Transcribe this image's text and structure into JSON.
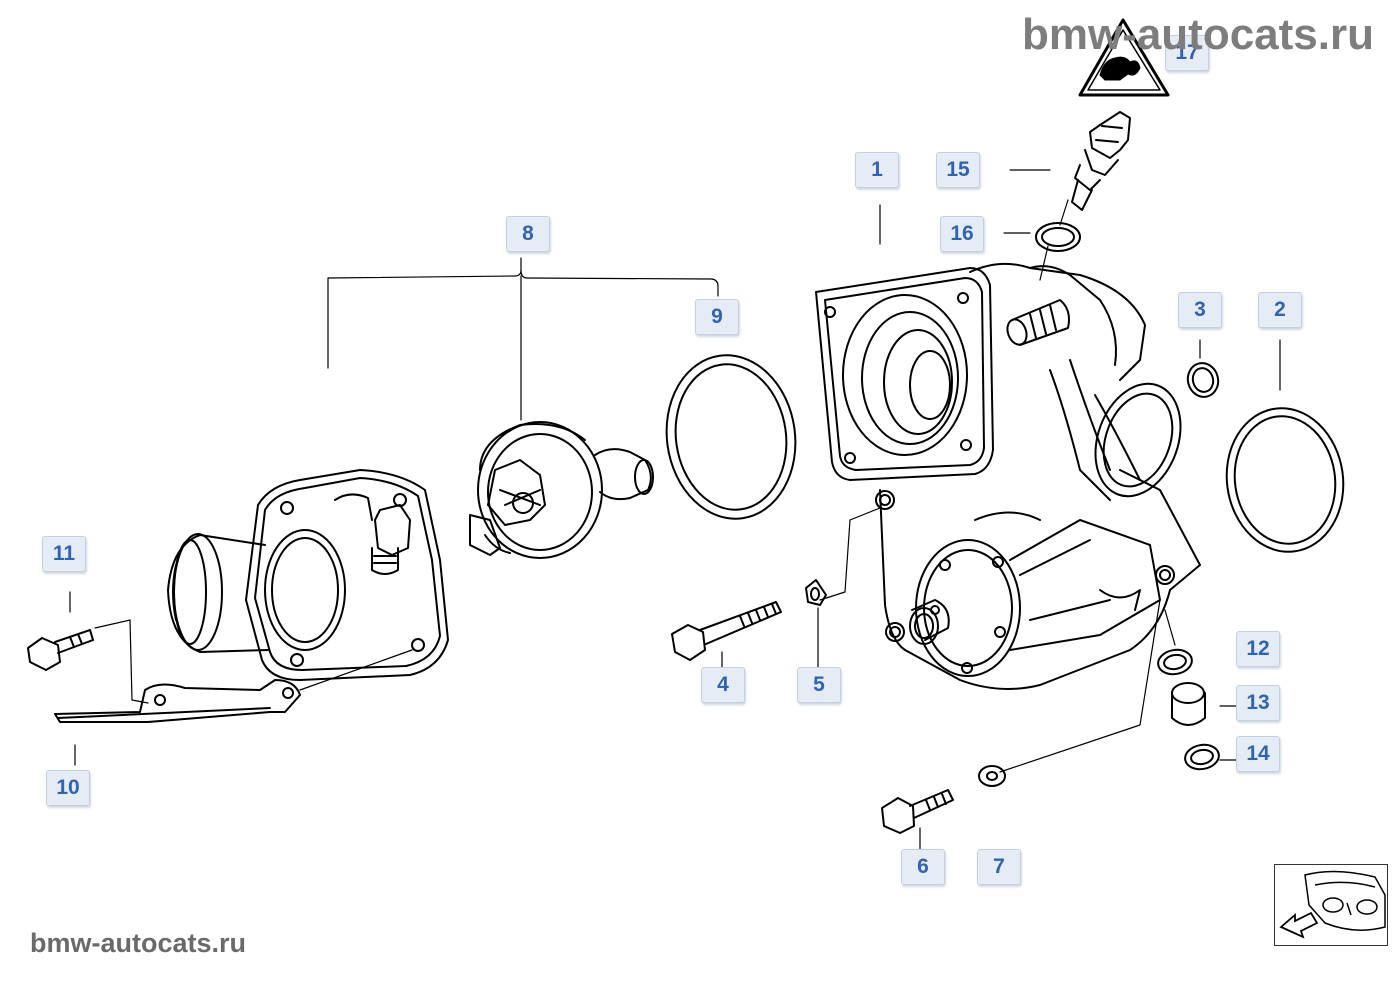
{
  "watermark": {
    "top": "bmw-autocats.ru",
    "bottom": "bmw-autocats.ru"
  },
  "callouts": {
    "c1": "1",
    "c2": "2",
    "c3": "3",
    "c4": "4",
    "c5": "5",
    "c6": "6",
    "c7": "7",
    "c8": "8",
    "c9": "9",
    "c10": "10",
    "c11": "11",
    "c12": "12",
    "c13": "13",
    "c14": "14",
    "c15": "15",
    "c16": "16",
    "c17": "17"
  },
  "colors": {
    "callout_text": "#2f64b0",
    "callout_bg": "#e6ecf5",
    "line_art": "#000000",
    "watermark": "#7d7d7d"
  },
  "icons": [
    "warning-triangle-icon",
    "car-front-nav-icon",
    "arrow-back-icon"
  ]
}
